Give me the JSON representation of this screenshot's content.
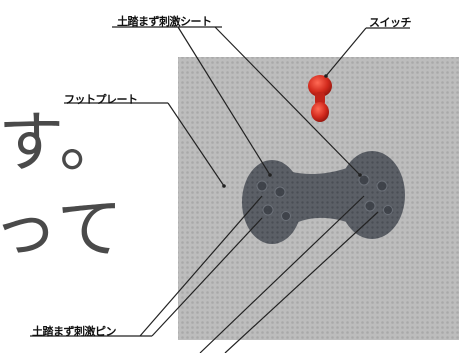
{
  "background_text": {
    "line1": "す。",
    "line2": "って"
  },
  "labels": {
    "top_sheet": "土踏まず刺激シート",
    "switch": "スイッチ",
    "foot_plate": "フットプレート",
    "pins": "土踏まず刺激ピン"
  },
  "colors": {
    "panel": "#b9b9b9",
    "bone": "#5b5f66",
    "switch": "#d22a1d",
    "leader": "#222222"
  }
}
